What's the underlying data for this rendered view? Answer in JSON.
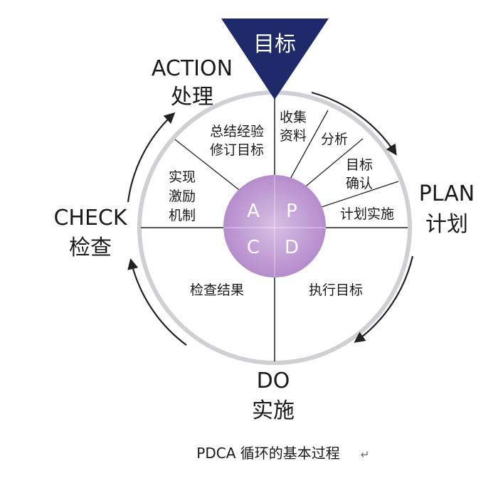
{
  "target": {
    "label": "目标",
    "color": "#1f2a6b",
    "text_color": "#ffffff"
  },
  "phases": {
    "action": {
      "en": "ACTION",
      "zh": "处理"
    },
    "plan": {
      "en": "PLAN",
      "zh": "计划"
    },
    "do": {
      "en": "DO",
      "zh": "实施"
    },
    "check": {
      "en": "CHECK",
      "zh": "检查"
    }
  },
  "center": {
    "letters": [
      "A",
      "P",
      "C",
      "D"
    ],
    "color": "#bf9bd2"
  },
  "segments": {
    "action_1": [
      "总结经验",
      "修订目标"
    ],
    "action_2": [
      "实现",
      "激励",
      "机制"
    ],
    "plan_1": [
      "收集",
      "资料"
    ],
    "plan_2": "分析",
    "plan_3": [
      "目标",
      "确认"
    ],
    "plan_4": "计划实施",
    "check_1": "检查结果",
    "do_1": "执行目标"
  },
  "caption": "PDCA 循环的基本过程",
  "caption_mark": "↵",
  "colors": {
    "circle_stroke": "#c8c8cc",
    "line": "#222222",
    "arrow": "#222222",
    "text": "#1a1a1a"
  }
}
